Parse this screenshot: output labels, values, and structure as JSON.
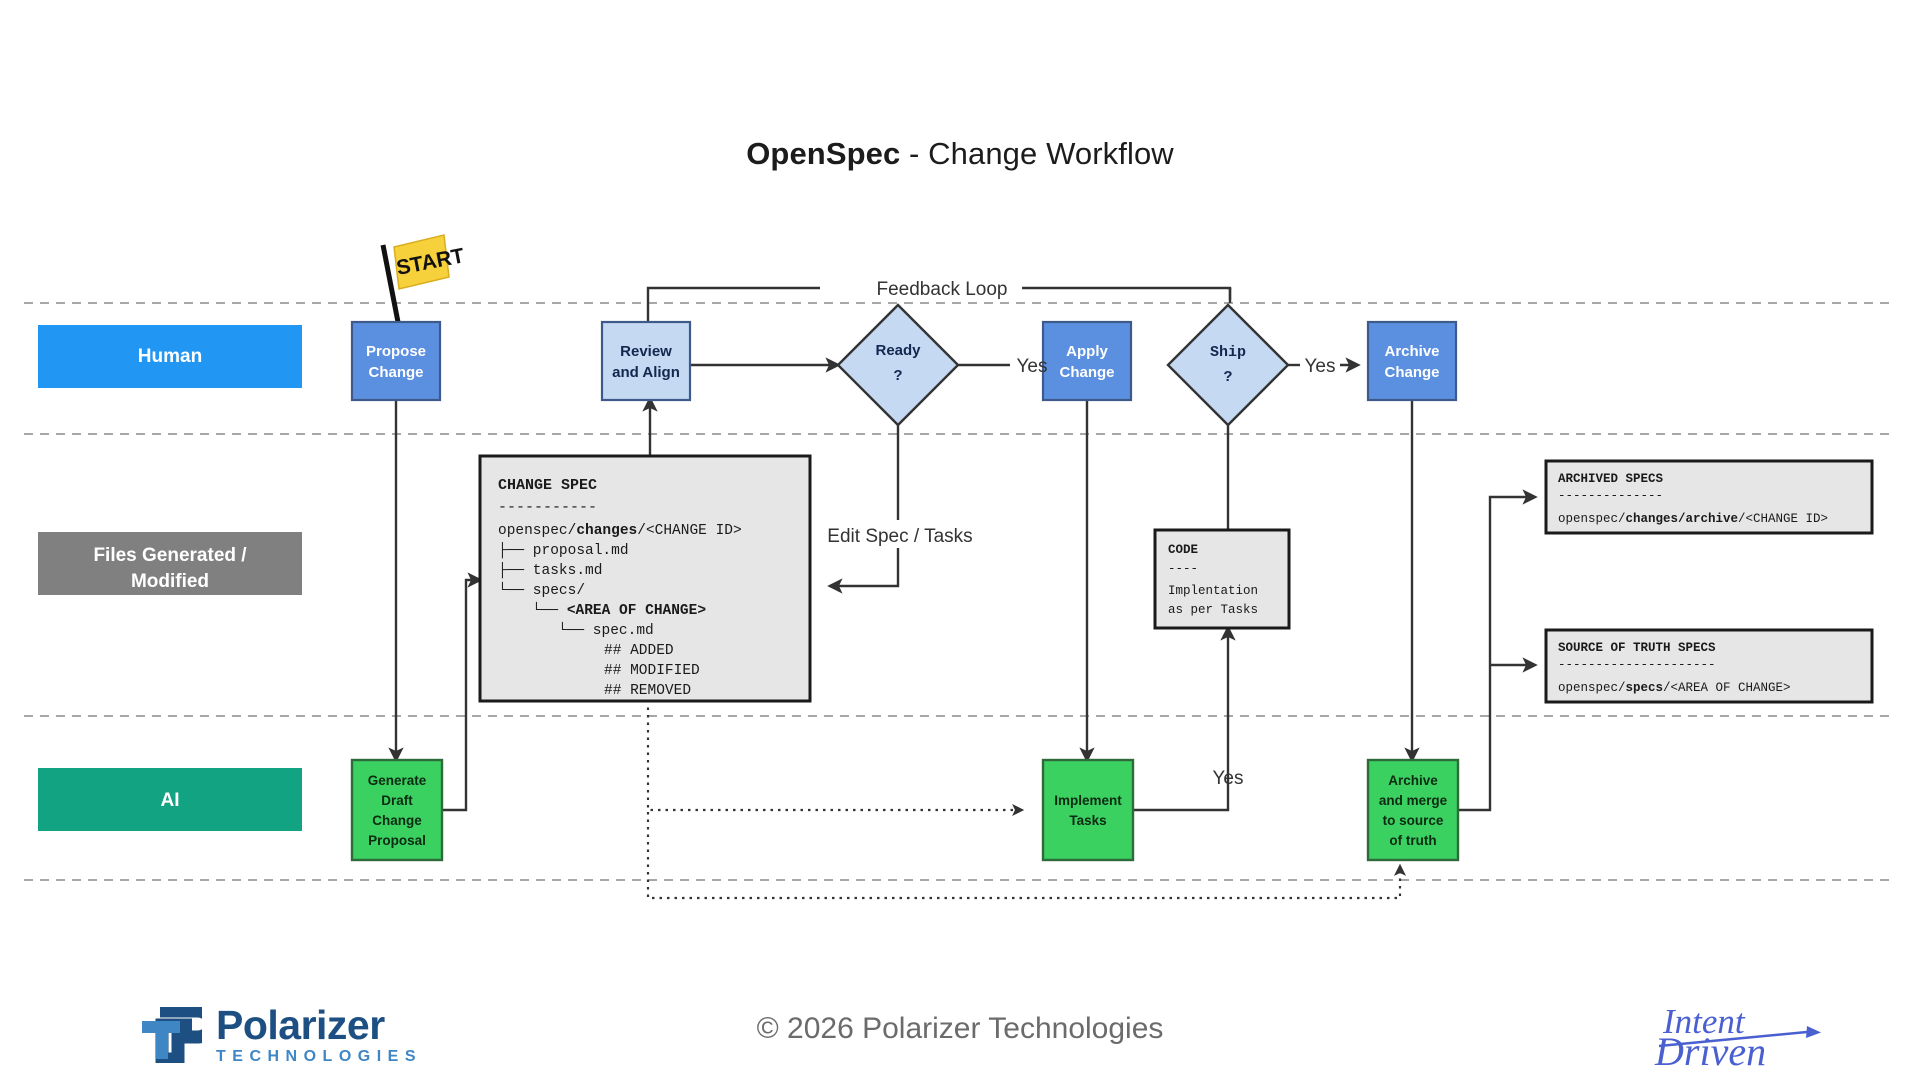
{
  "title": {
    "brand": "OpenSpec",
    "rest": " - Change Workflow"
  },
  "footer": {
    "copyright": "© 2026 Polarizer Technologies",
    "logo_left": {
      "word": "Polarizer",
      "sub": "TECHNOLOGIES"
    },
    "logo_right": {
      "line1": "Intent",
      "line2": "Driven"
    }
  },
  "lanes": [
    {
      "key": "human",
      "label": "Human",
      "color": "#2196f3",
      "text_color": "#ffffff"
    },
    {
      "key": "files",
      "label_line1": "Files Generated /",
      "label_line2": "Modified",
      "color": "#808080",
      "text_color": "#ffffff"
    },
    {
      "key": "ai",
      "label": "AI",
      "color": "#12a383",
      "text_color": "#ffffff"
    }
  ],
  "start_marker": {
    "label": "START"
  },
  "nodes": {
    "propose_change": {
      "line1": "Propose",
      "line2": "Change",
      "fill": "#5b8fe0",
      "stroke": "#3d5a8a",
      "text_color": "#ffffff"
    },
    "review_and_align": {
      "line1": "Review",
      "line2": "and Align",
      "fill": "#c5d9f3",
      "stroke": "#3d5a8a",
      "text_color": "#12284f"
    },
    "ready": {
      "line1": "Ready",
      "line2": "?",
      "fill": "#c5d9f3",
      "stroke": "#333333",
      "text_color": "#12284f"
    },
    "apply_change": {
      "line1": "Apply",
      "line2": "Change",
      "fill": "#5b8fe0",
      "stroke": "#3d5a8a",
      "text_color": "#ffffff"
    },
    "ship": {
      "line1": "Ship",
      "line2": "?",
      "fill": "#c5d9f3",
      "stroke": "#333333",
      "text_color": "#12284f"
    },
    "archive_change": {
      "line1": "Archive",
      "line2": "Change",
      "fill": "#5b8fe0",
      "stroke": "#3d5a8a",
      "text_color": "#ffffff"
    },
    "generate_draft": {
      "line1": "Generate",
      "line2": "Draft",
      "line3": "Change",
      "line4": "Proposal",
      "fill": "#3ad161",
      "stroke": "#2f6b3a",
      "text_color": "#0d2a12"
    },
    "implement_tasks": {
      "line1": "Implement",
      "line2": "Tasks",
      "fill": "#3ad161",
      "stroke": "#2f6b3a",
      "text_color": "#0d2a12"
    },
    "archive_and_merge": {
      "line1": "Archive",
      "line2": "and merge",
      "line3": "to source",
      "line4": "of truth",
      "fill": "#3ad161",
      "stroke": "#2f6b3a",
      "text_color": "#0d2a12"
    }
  },
  "artifacts": {
    "change_spec": {
      "heading": "CHANGE SPEC",
      "rule": "-----------",
      "lines": [
        {
          "pre": "openspec/",
          "bold": "changes",
          "post": "/<CHANGE ID>"
        },
        {
          "plain": "├── proposal.md"
        },
        {
          "plain": "├── tasks.md"
        },
        {
          "plain": "└── specs/"
        },
        {
          "indent": 4,
          "plain": "└── ",
          "bold_tail": "<AREA OF CHANGE>"
        },
        {
          "indent": 7,
          "plain": "└── spec.md"
        },
        {
          "indent": 11,
          "plain": "## ADDED"
        },
        {
          "indent": 11,
          "plain": "## MODIFIED"
        },
        {
          "indent": 11,
          "plain": "## REMOVED"
        }
      ]
    },
    "code": {
      "heading": "CODE",
      "rule": "----",
      "line1": "Implentation",
      "line2": "as per Tasks"
    },
    "archived_specs": {
      "heading": "ARCHIVED SPECS",
      "rule": "--------------",
      "path_pre": "openspec/",
      "path_bold": "changes/archive",
      "path_post": "/<CHANGE ID>"
    },
    "source_of_truth": {
      "heading": "SOURCE OF TRUTH SPECS",
      "rule": "---------------------",
      "path_pre": "openspec/",
      "path_bold": "specs",
      "path_post": "/<AREA OF CHANGE>"
    }
  },
  "edge_labels": {
    "feedback_loop": "Feedback Loop",
    "ready_yes": "Yes",
    "ship_yes": "Yes",
    "ship_no_yes": "Yes",
    "edit_spec_tasks": "Edit Spec / Tasks"
  }
}
